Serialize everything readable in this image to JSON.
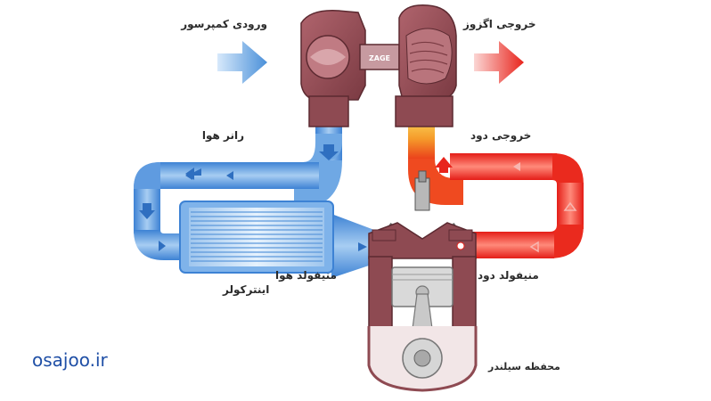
{
  "labels": {
    "compressor_inlet": "ورودی کمپرسور",
    "exhaust_outlet": "خروجی اگزوز",
    "air_runner": "رانر هوا",
    "exhaust_out": "خروجی دود",
    "intercooler": "اینترکولر",
    "air_manifold": "منیفولد هوا",
    "exhaust_manifold": "منیفولد دود",
    "cylinder_housing": "محفظه سیلندر"
  },
  "turbo_logo": "ZAGE",
  "watermark": "osajoo.ir",
  "colors": {
    "cold_air": "#4a90d9",
    "hot_exhaust": "#e8241c",
    "metal": "#8e4a52",
    "metal_dark": "#5c2a31",
    "text": "#2b2b2b",
    "watermark": "#1f4fa6"
  }
}
